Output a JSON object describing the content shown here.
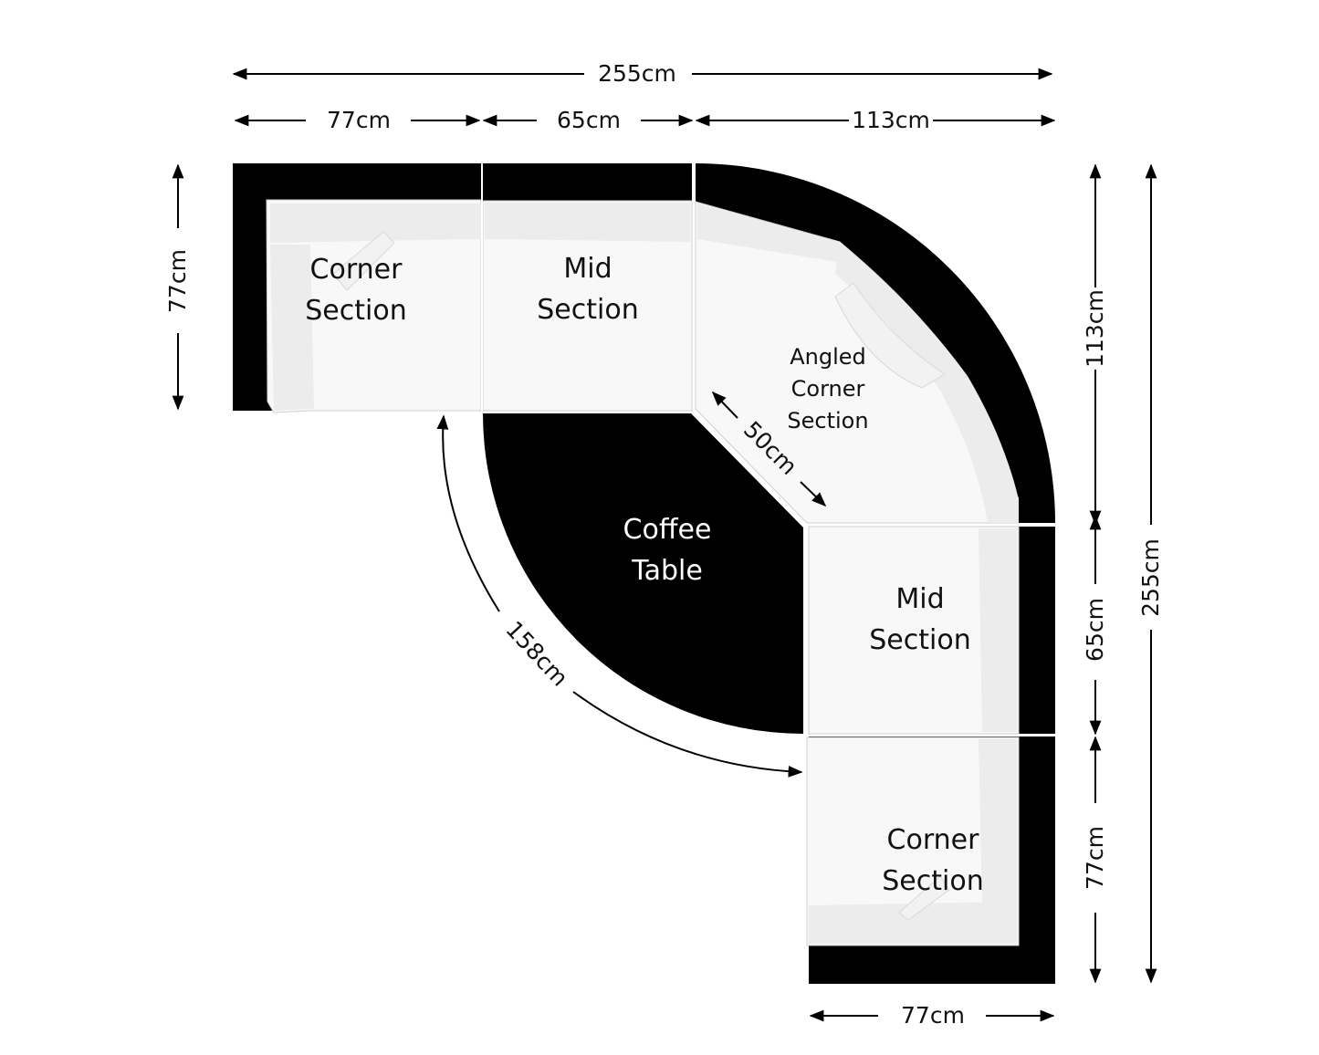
{
  "colors": {
    "frame": "#000000",
    "cushion": "#f8f8f8",
    "cushion_shadow": "#e6e6e6",
    "text": "#111111",
    "background": "#ffffff"
  },
  "sections": {
    "corner_top": {
      "line1": "Corner",
      "line2": "Section"
    },
    "mid_top": {
      "line1": "Mid",
      "line2": "Section"
    },
    "angled": {
      "line1": "Angled",
      "line2": "Corner",
      "line3": "Section"
    },
    "mid_right": {
      "line1": "Mid",
      "line2": "Section"
    },
    "corner_bottom": {
      "line1": "Corner",
      "line2": "Section"
    },
    "coffee_table": {
      "line1": "Coffee",
      "line2": "Table"
    }
  },
  "dimensions": {
    "top_total": "255cm",
    "top_corner": "77cm",
    "top_mid": "65cm",
    "top_angled": "113cm",
    "left_depth": "77cm",
    "right_angled": "113cm",
    "right_mid": "65cm",
    "right_corner": "77cm",
    "right_total": "255cm",
    "bottom_corner": "77cm",
    "inner_diagonal": "50cm",
    "table_arc": "158cm"
  }
}
